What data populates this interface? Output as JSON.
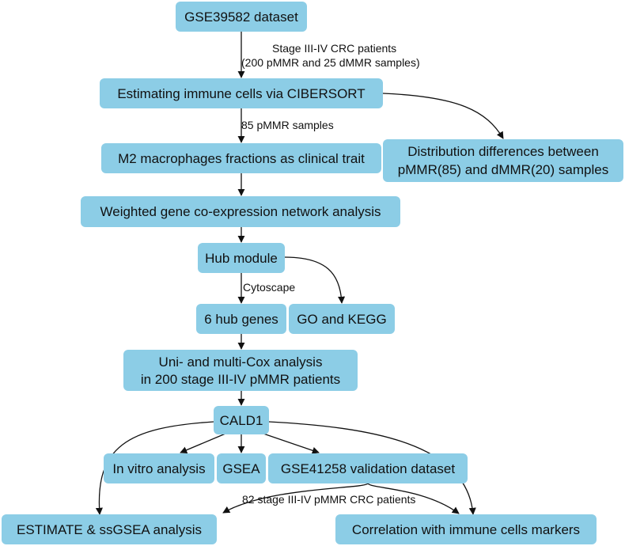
{
  "nodes": {
    "gse39582": {
      "lines": [
        "GSE39582 dataset"
      ]
    },
    "cibersort": {
      "lines": [
        "Estimating immune cells via CIBERSORT"
      ]
    },
    "m2": {
      "lines": [
        "M2 macrophages fractions as clinical trait"
      ]
    },
    "distribution": {
      "lines": [
        "Distribution differences between",
        "pMMR(85) and dMMR(20) samples"
      ]
    },
    "wgcna": {
      "lines": [
        "Weighted gene co-expression network analysis"
      ]
    },
    "hub_module": {
      "lines": [
        "Hub module"
      ]
    },
    "hub_genes": {
      "lines": [
        "6 hub genes"
      ]
    },
    "go_kegg": {
      "lines": [
        "GO and KEGG"
      ]
    },
    "cox": {
      "lines": [
        "Uni- and multi-Cox analysis",
        "in 200 stage III-IV pMMR patients"
      ]
    },
    "cald1": {
      "lines": [
        "CALD1"
      ]
    },
    "in_vitro": {
      "lines": [
        "In vitro analysis"
      ]
    },
    "gsea": {
      "lines": [
        "GSEA"
      ]
    },
    "gse41258": {
      "lines": [
        "GSE41258 validation dataset"
      ]
    },
    "estimate": {
      "lines": [
        "ESTIMATE & ssGSEA analysis"
      ]
    },
    "correlation": {
      "lines": [
        "Correlation with immune cells markers"
      ]
    }
  },
  "edge_labels": {
    "stage_patients": [
      "Stage III-IV CRC patients",
      "(200 pMMR and 25 dMMR samples)"
    ],
    "pmmr85": [
      "85 pMMR samples"
    ],
    "cytoscape": [
      "Cytoscape"
    ],
    "validation_patients": [
      "82 stage III-IV pMMR CRC patients"
    ]
  },
  "colors": {
    "node_fill": "#8ccde6",
    "edge": "#111111",
    "text": "#111111"
  }
}
